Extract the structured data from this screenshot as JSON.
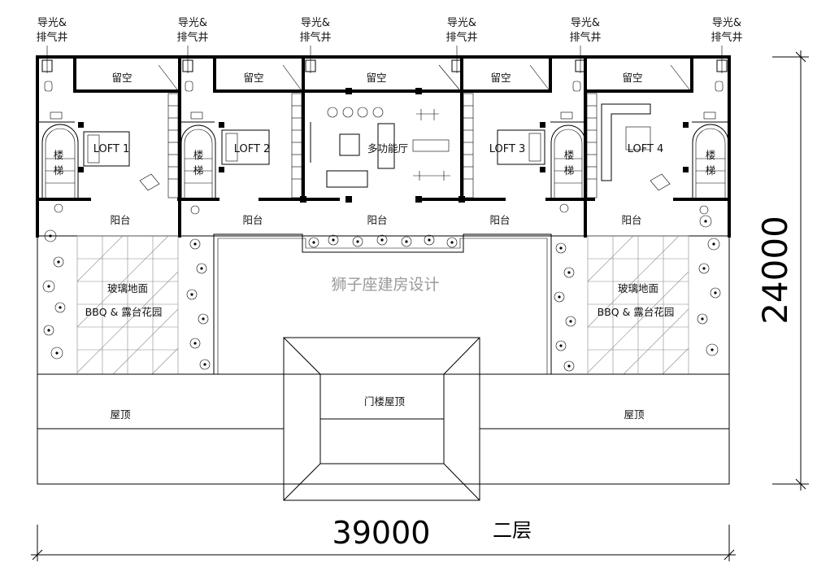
{
  "shaft_label": [
    "导光&",
    "排气井"
  ],
  "void_label": "留空",
  "lofts": [
    "LOFT 1",
    "LOFT 2",
    "LOFT 3",
    "LOFT 4"
  ],
  "stair_label": [
    "楼",
    "梯"
  ],
  "multi_hall": "多功能厅",
  "balcony": "阳台",
  "glass_floor": "玻璃地面",
  "bbq_garden": "BBQ & 露台花园",
  "watermark": "狮子座建房设计",
  "roof": "屋顶",
  "gate_roof": "门楼屋顶",
  "dimension_height": "24000",
  "dimension_width": "39000",
  "floor_name": "二层"
}
